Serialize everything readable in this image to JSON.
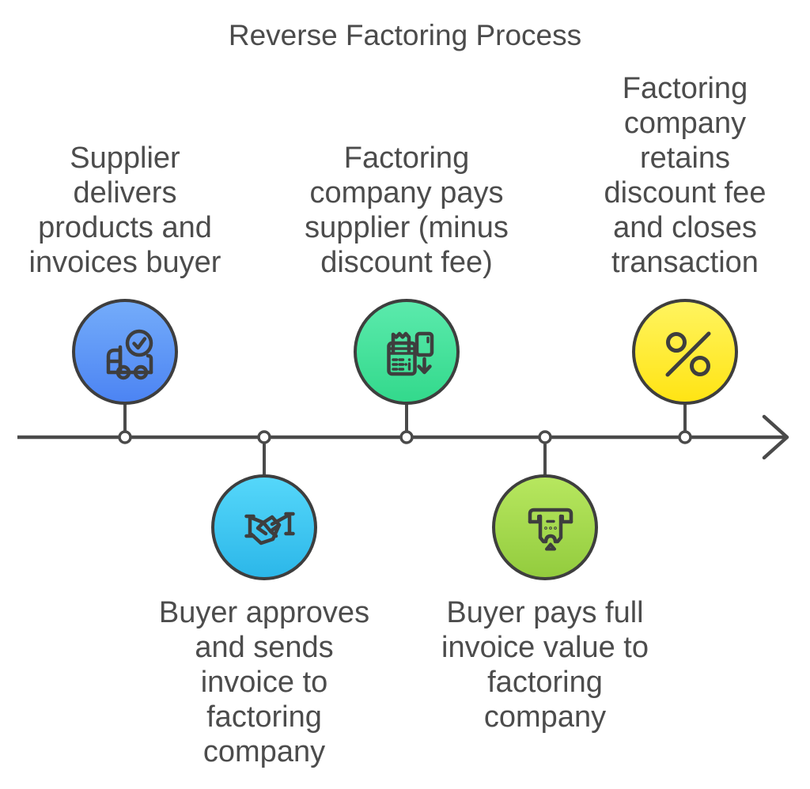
{
  "title": "Reverse Factoring Process",
  "diagram": {
    "type": "horizontal-timeline-process",
    "direction": "left-to-right",
    "colors": {
      "background": "#FFFFFF",
      "timeline_line": "#4A4A4A",
      "node_outline": "#3E3E3E",
      "icon_stroke": "#3E3E3E",
      "text": "#4C4C4C",
      "dot_fill": "#FFFFFF"
    },
    "steps": [
      {
        "index": 1,
        "position": "above",
        "label": "Supplier\ndelivers\nproducts and\ninvoices buyer",
        "icon": "delivery-truck-check-icon",
        "color_top": "#74ACFA",
        "color_bottom": "#4C84F3"
      },
      {
        "index": 2,
        "position": "below",
        "label": "Buyer approves\nand sends\ninvoice to\nfactoring\ncompany",
        "icon": "handshake-icon",
        "color_top": "#55D7FA",
        "color_bottom": "#2CB7E9"
      },
      {
        "index": 3,
        "position": "above",
        "label": "Factoring\ncompany pays\nsupplier (minus\ndiscount fee)",
        "icon": "receipt-terminal-card-icon",
        "color_top": "#5BEAAC",
        "color_bottom": "#33D98C"
      },
      {
        "index": 4,
        "position": "below",
        "label": "Buyer pays full\ninvoice value to\nfactoring\ncompany",
        "icon": "atm-cash-payment-icon",
        "color_top": "#B7E75F",
        "color_bottom": "#93CC3E"
      },
      {
        "index": 5,
        "position": "above",
        "label": "Factoring\ncompany\nretains\ndiscount fee\nand closes\ntransaction",
        "icon": "percent-discount-icon",
        "color_top": "#FFF45F",
        "color_bottom": "#FFE414"
      }
    ]
  }
}
